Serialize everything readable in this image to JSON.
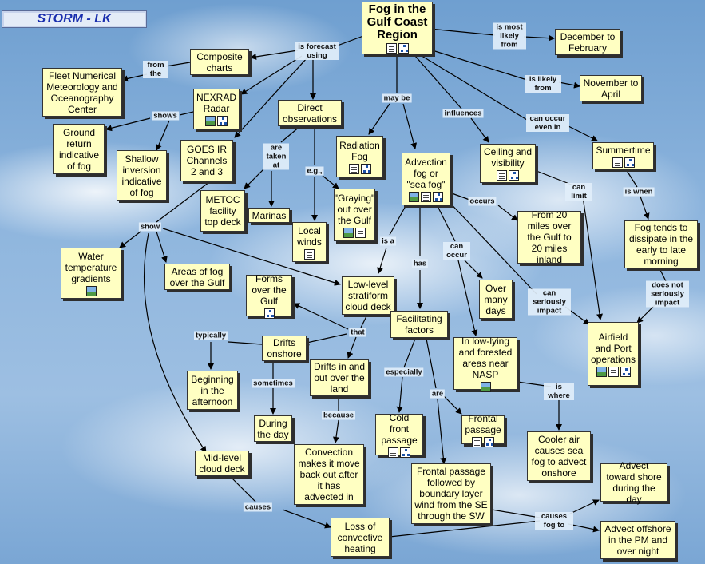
{
  "brand": "STORM - LK",
  "nodes": {
    "root": "Fog in the Gulf Coast Region",
    "composite": "Composite charts",
    "fnmoc": "Fleet Numerical Meteorology and Oceanography Center",
    "nexrad": "NEXRAD Radar",
    "ground": "Ground return indicative of fog",
    "shallow": "Shallow inversion indicative of fog",
    "goes": "GOES IR Channels 2 and 3",
    "direct": "Direct observations",
    "metoc": "METOC facility top deck",
    "marinas": "Marinas",
    "localwinds": "Local winds",
    "graying": "\"Graying\" out over the Gulf",
    "radiation": "Radiation Fog",
    "advection": "Advection fog or \"sea fog\"",
    "ceiling": "Ceiling and visibility",
    "summertime": "Summertime",
    "december": "December to February",
    "november": "November to April",
    "from20": "From 20 miles over the Gulf to 20 miles inland",
    "dissipate": "Fog tends to dissipate in the early to late morning",
    "water": "Water temperature gradients",
    "areas": "Areas of fog over the Gulf",
    "formsover": "Forms over the Gulf",
    "lowlevel": "Low-level stratiform cloud deck",
    "overmany": "Over many days",
    "facilitating": "Facilitating factors",
    "drifts": "Drifts onshore",
    "driftsinout": "Drifts in and out over the land",
    "lowlying": "In low-lying and forested areas near NASP",
    "airfield": "Airfield and Port operations",
    "beginning": "Beginning in the afternoon",
    "duringday": "During the day",
    "coldfront": "Cold front passage",
    "frontal": "Frontal passage",
    "cooler": "Cooler air causes sea fog to advect onshore",
    "convection": "Convection makes it move back out after it has advected in",
    "midlevel": "Mid-level cloud deck",
    "frontalbl": "Frontal passage followed by boundary layer wind from the SE through the SW",
    "advecttoward": "Advect toward shore during the day",
    "loss": "Loss of convective heating",
    "advectoffshore": "Advect offshore in the PM and over night"
  },
  "labels": {
    "isforecast": "is forecast using",
    "fromthe": "from the",
    "shows": "shows",
    "mostlikely": "is most likely from",
    "islikely": "is likely from",
    "maybe": "may be",
    "influences": "influences",
    "canoccureven": "can occur even in",
    "aretaken": "are taken at",
    "eg": "e.g.,",
    "canlimit": "can limit",
    "iswhen": "is when",
    "occurs": "occurs",
    "show": "show",
    "isa": "is a",
    "has": "has",
    "canoccur": "can occur",
    "doesnot": "does not seriously impact",
    "canseriously": "can seriously impact",
    "that": "that",
    "typically": "typically",
    "sometimes": "sometimes",
    "especially": "especially",
    "are": "are",
    "iswhere": "is where",
    "because": "because",
    "causes": "causes",
    "causesfog": "causes fog to"
  },
  "icon_sets": {
    "root": [
      "document-icon",
      "concept-map-icon"
    ],
    "nexrad": [
      "image-icon",
      "concept-map-icon"
    ],
    "localwinds": [
      "document-icon"
    ],
    "graying": [
      "image-icon",
      "document-icon"
    ],
    "radiation": [
      "document-icon",
      "concept-map-icon"
    ],
    "advection": [
      "image-icon",
      "document-icon",
      "concept-map-icon"
    ],
    "ceiling": [
      "document-icon",
      "concept-map-icon"
    ],
    "summertime": [
      "document-icon",
      "concept-map-icon"
    ],
    "water": [
      "image-icon"
    ],
    "formsover": [
      "concept-map-icon"
    ],
    "lowlying": [
      "image-icon"
    ],
    "airfield": [
      "image-icon",
      "document-icon",
      "concept-map-icon"
    ],
    "coldfront": [
      "document-icon",
      "concept-map-icon"
    ],
    "frontal": [
      "document-icon",
      "concept-map-icon"
    ]
  },
  "colors": {
    "node_fill": "#ffffc2",
    "brand_text": "#1a2fae"
  }
}
